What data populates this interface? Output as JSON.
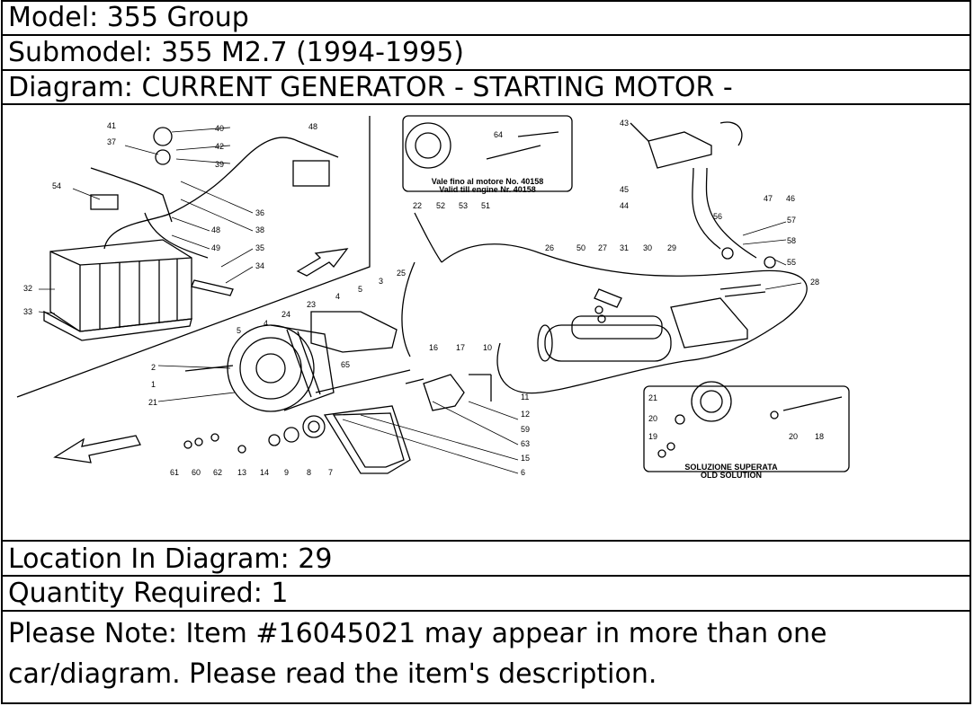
{
  "header": {
    "model": "Model: 355 Group",
    "submodel": "Submodel: 355 M2.7 (1994-1995)",
    "diagram": "Diagram: CURRENT GENERATOR - STARTING MOTOR -"
  },
  "diagram": {
    "inset_top_line1": "Vale fino al motore No. 40158",
    "inset_top_line2": "Valid till engine Nr. 40158",
    "inset_bottom_line1": "SOLUZIONE SUPERATA",
    "inset_bottom_line2": "OLD SOLUTION",
    "callouts": [
      "41",
      "40",
      "42",
      "39",
      "37",
      "48",
      "54",
      "36",
      "38",
      "48",
      "49",
      "35",
      "34",
      "32",
      "33",
      "64",
      "43",
      "45",
      "44",
      "47",
      "46",
      "22",
      "52",
      "53",
      "51",
      "56",
      "57",
      "58",
      "55",
      "26",
      "50",
      "27",
      "31",
      "30",
      "29",
      "28",
      "25",
      "4",
      "5",
      "3",
      "23",
      "24",
      "4",
      "5",
      "2",
      "1",
      "21",
      "65",
      "16",
      "17",
      "10",
      "11",
      "12",
      "59",
      "63",
      "15",
      "6",
      "61",
      "60",
      "62",
      "13",
      "14",
      "9",
      "8",
      "7",
      "21",
      "20",
      "19",
      "20",
      "18"
    ]
  },
  "footer": {
    "location": "Location In Diagram: 29",
    "quantity": "Quantity Required: 1",
    "note": "Please Note: Item #16045021 may appear in more than one car/diagram. Please read the item's description."
  },
  "colors": {
    "line": "#000000",
    "background": "#ffffff"
  }
}
